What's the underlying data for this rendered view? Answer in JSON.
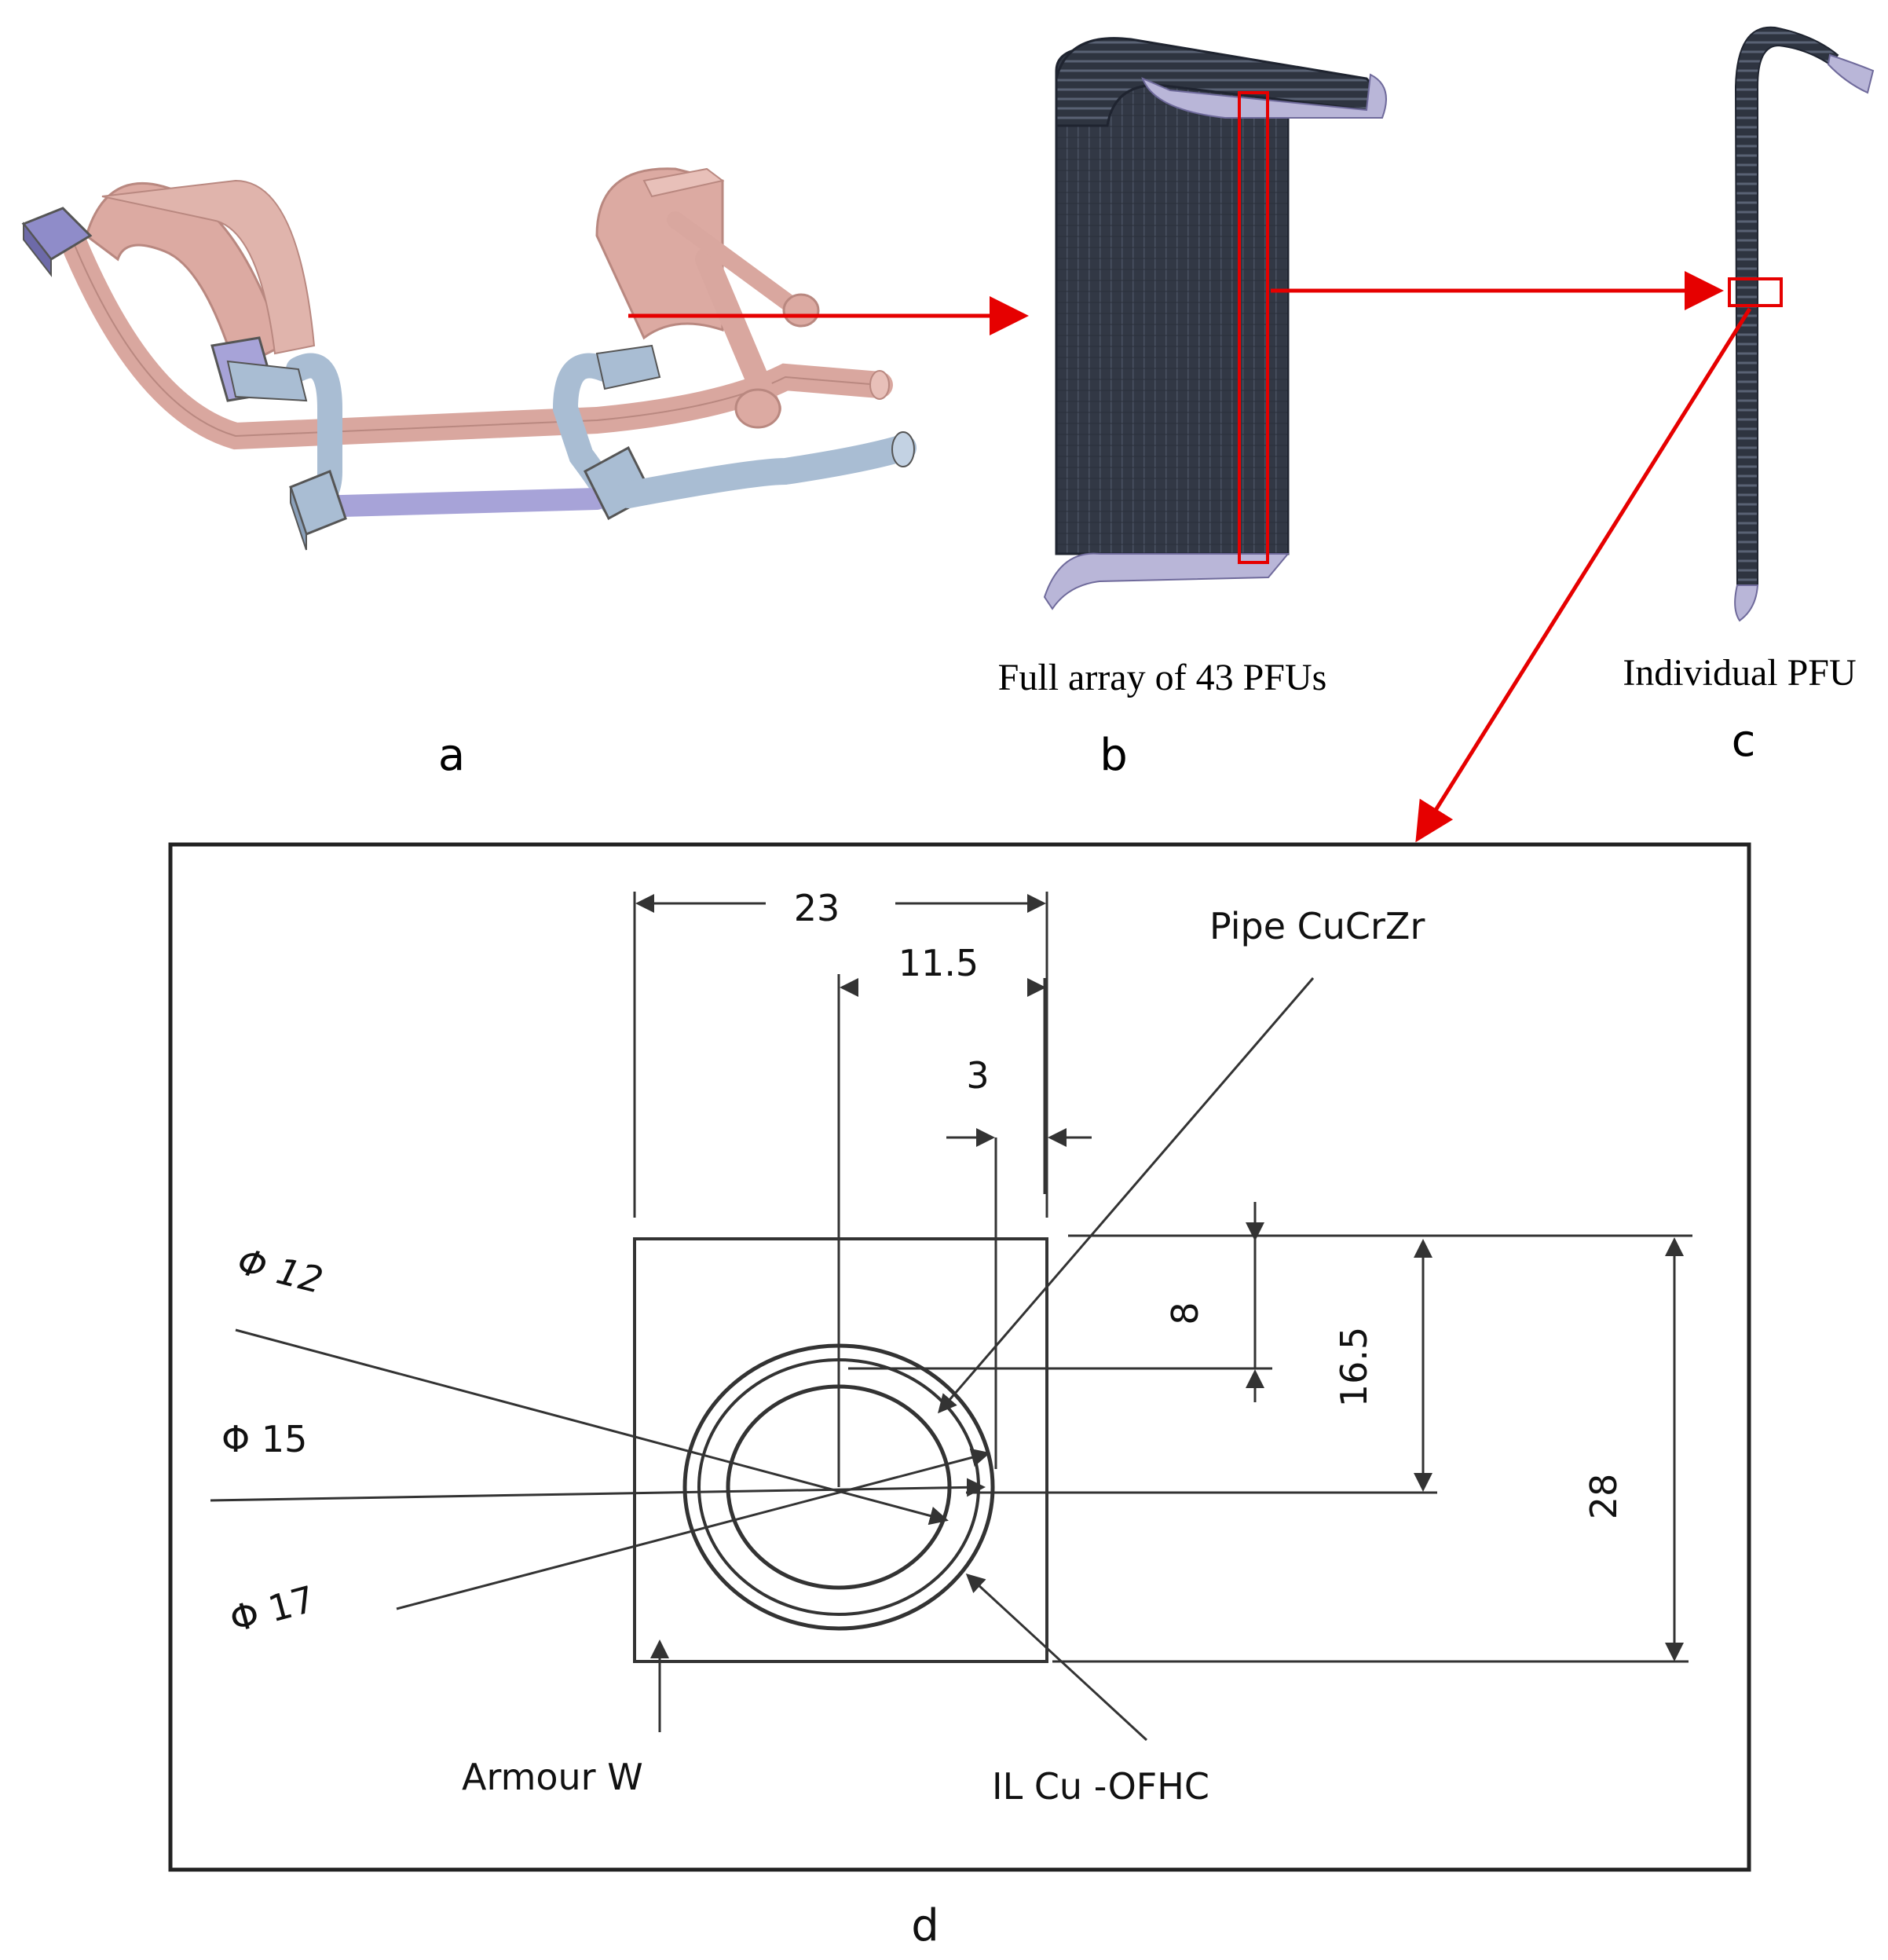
{
  "panels": {
    "a": {
      "letter": "a"
    },
    "b": {
      "letter": "b",
      "caption": "Full array of 43 PFUs"
    },
    "c": {
      "letter": "c",
      "caption": "Individual PFU"
    },
    "d": {
      "letter": "d",
      "dims": {
        "width": "23",
        "half_width": "11.5",
        "offset": "3",
        "top_to_center_small": "8",
        "top_to_center": "16.5",
        "height": "28",
        "phi12": "Φ 12",
        "phi15": "Φ 15",
        "phi17": "Φ 17"
      },
      "labels": {
        "pipe": "Pipe CuCrZr",
        "armour": "Armour W",
        "interlayer": "IL Cu -OFHC"
      }
    }
  },
  "colors": {
    "arrow": "#e60000",
    "pink_component": "#d9a79f",
    "blue_component": "#a9bdd3",
    "purple_component": "#a7a3d8",
    "pfu_dark": "#2f3440",
    "pfu_light": "#b9b6d8",
    "drawing_line": "#333333"
  }
}
